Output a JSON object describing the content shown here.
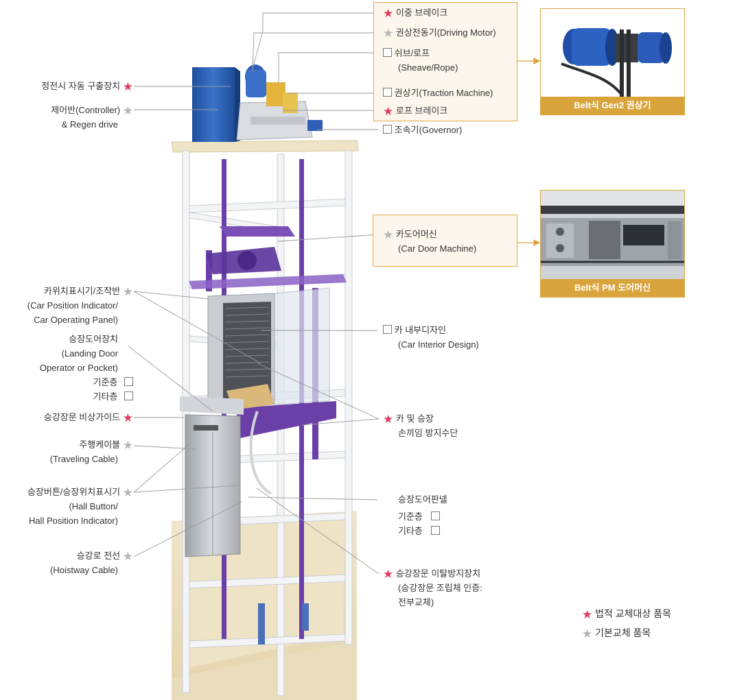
{
  "labels": {
    "dual_brake": "이중 브레이크",
    "driving_motor": "권상전동기(Driving Motor)",
    "sheave_rope_1": "쉬브/로프",
    "sheave_rope_2": "(Sheave/Rope)",
    "traction_machine": "권상기(Traction Machine)",
    "rope_brake": "로프 브레이크",
    "governor": "조속기(Governor)",
    "ard": "정전시 자동 구출장치",
    "controller_1": "제어반(Controller)",
    "controller_2": "& Regen drive",
    "car_door_machine_1": "카도어머신",
    "car_door_machine_2": "(Car Door Machine)",
    "cpi_1": "카위치표시기/조작반",
    "cpi_2": "(Car Position Indicator/",
    "cpi_3": "Car Operating Panel)",
    "landing_door_op_1": "승장도어장치",
    "landing_door_op_2": "(Landing Door",
    "landing_door_op_3": "Operator or Pocket)",
    "base_floor": "기준층",
    "other_floor": "기타층",
    "car_interior_1": "카 내부디자인",
    "car_interior_2": "(Car Interior Design)",
    "emergency_guide": "승강장문 비상가이드",
    "finger_guard_1": "카 및 승장",
    "finger_guard_2": "손끼임 방지수단",
    "traveling_cable_1": "주행케이블",
    "traveling_cable_2": "(Traveling Cable)",
    "hall_button_1": "승장버튼/승장위치표시기",
    "hall_button_2": "(Hall Button/",
    "hall_button_3": "Hall Position Indicator)",
    "landing_door_panel": "승장도어판넬",
    "hoistway_cable_1": "승강로 전선",
    "hoistway_cable_2": "(Hoistway Cable)",
    "derail_1": "승강장문 이탈방지장치",
    "derail_2": "(승강장문 조립체 인증:",
    "derail_3": "전부교체)"
  },
  "photos": {
    "machine_caption": "Belt식 Gen2 권상기",
    "door_caption": "Belt식 PM 도어머신"
  },
  "legend": {
    "legal": "법적 교체대상 품목",
    "basic": "기본교체 품목"
  },
  "symbols": {
    "star": "★"
  },
  "colors": {
    "legal_star": "#e03a5e",
    "basic_star": "#b4b4b4",
    "callout_border": "#e3a64c",
    "caption_bar": "#daa43c",
    "frame_purple": "#6b3fa8",
    "cabinet_blue": "#2f64b8"
  }
}
